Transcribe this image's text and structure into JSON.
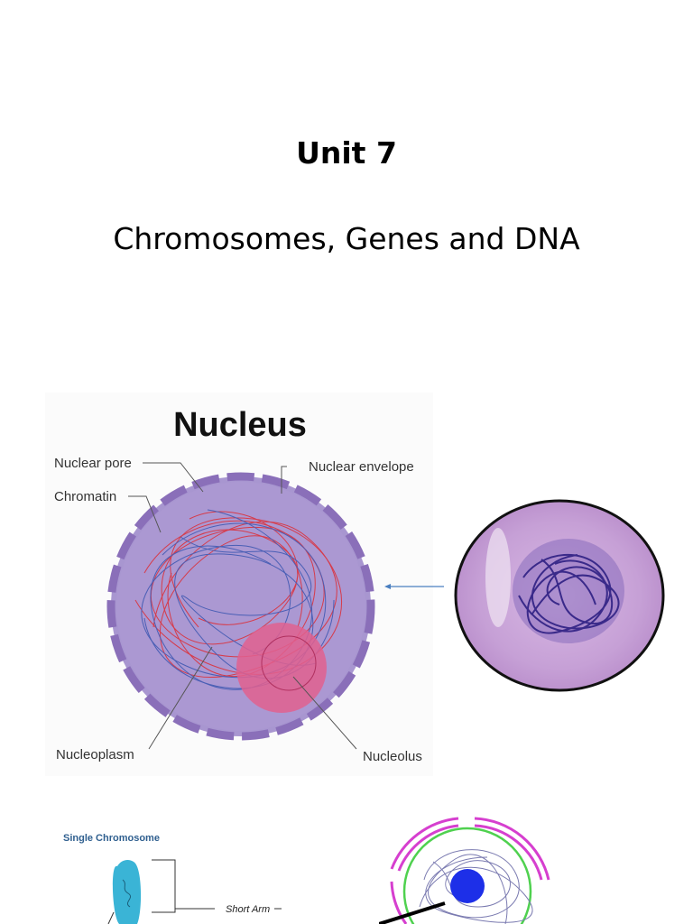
{
  "header": {
    "unit": "Unit 7",
    "subtitle": "Chromosomes, Genes and DNA"
  },
  "nucleus_diagram": {
    "title": "Nucleus",
    "labels": {
      "nuclear_pore": "Nuclear pore",
      "nuclear_envelope": "Nuclear envelope",
      "chromatin": "Chromatin",
      "nucleoplasm": "Nucleoplasm",
      "nucleolus": "Nucleolus"
    },
    "colors": {
      "envelope": "#8a6fb9",
      "nucleoplasm": "#a794cf",
      "chromatin_red": "#d63b4a",
      "chromatin_blue": "#4a5fb5",
      "nucleolus": "#e0608f"
    }
  },
  "micrograph": {
    "arrow_color": "#4a7fc0",
    "stain_color": "#c8a2d6",
    "chromatin_color": "#3a2a8a"
  },
  "chromosome_diagram": {
    "title": "Single Chromosome",
    "short_arm_label": "Short Arm",
    "chromosome_color": "#3ab4d6"
  },
  "ring_diagram": {
    "colors": {
      "outer_ring": "#d63fcf",
      "inner_ring": "#4fd14f",
      "nucleolus": "#1d2fe8"
    }
  }
}
